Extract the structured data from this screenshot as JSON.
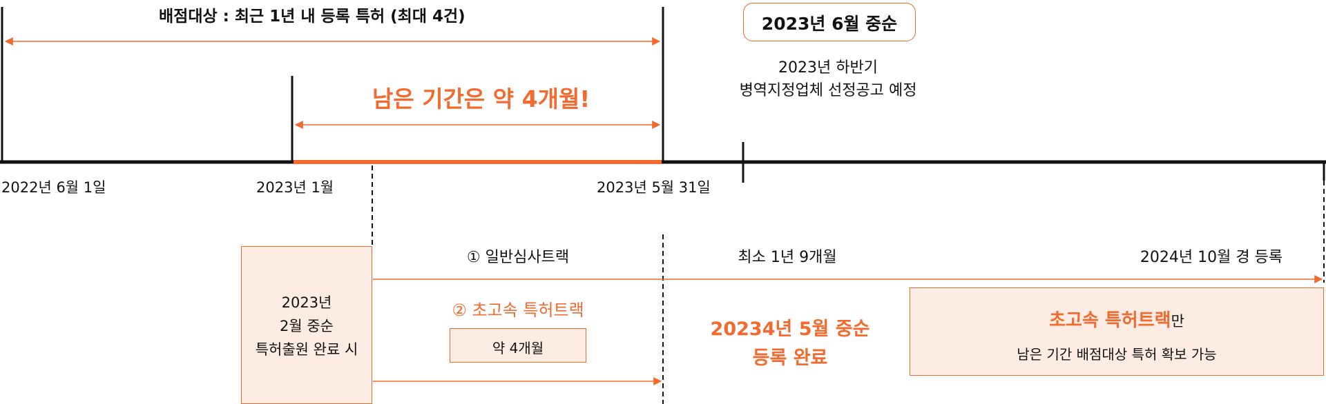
{
  "colors": {
    "accent": "#f26a2e",
    "fill_light": "#fdece4",
    "line": "#111111"
  },
  "top_range_label": "배점대상 : 최근 1년 내 등록 특허 (최대 4건)",
  "remaining_label": "남은 기간은 약 4개월!",
  "mid_2023_badge": "2023년 6월 중순",
  "announcement": {
    "line1": "2023년 하반기",
    "line2": "병역지정업체 선정공고 예정"
  },
  "dates": {
    "d1": "2022년 6월 1일",
    "d2": "2023년 1월",
    "d3": "2023년 5월 31일"
  },
  "filing_box": {
    "line1": "2023년",
    "line2": "2월 중순",
    "line3": "특허출원 완료 시"
  },
  "general_track": {
    "label": "① 일반심사트랙",
    "duration": "최소 1년 9개월",
    "result": "2024년 10월 경 등록"
  },
  "fast_track": {
    "label": "② 초고속 특허트랙",
    "duration": "약 4개월",
    "result_line1": "20234년 5월 중순",
    "result_line2": "등록 완료"
  },
  "conclusion": {
    "highlight": "초고속 특허트랙",
    "suffix": "만",
    "line2": "남은 기간 배점대상 특허 확보 가능"
  }
}
